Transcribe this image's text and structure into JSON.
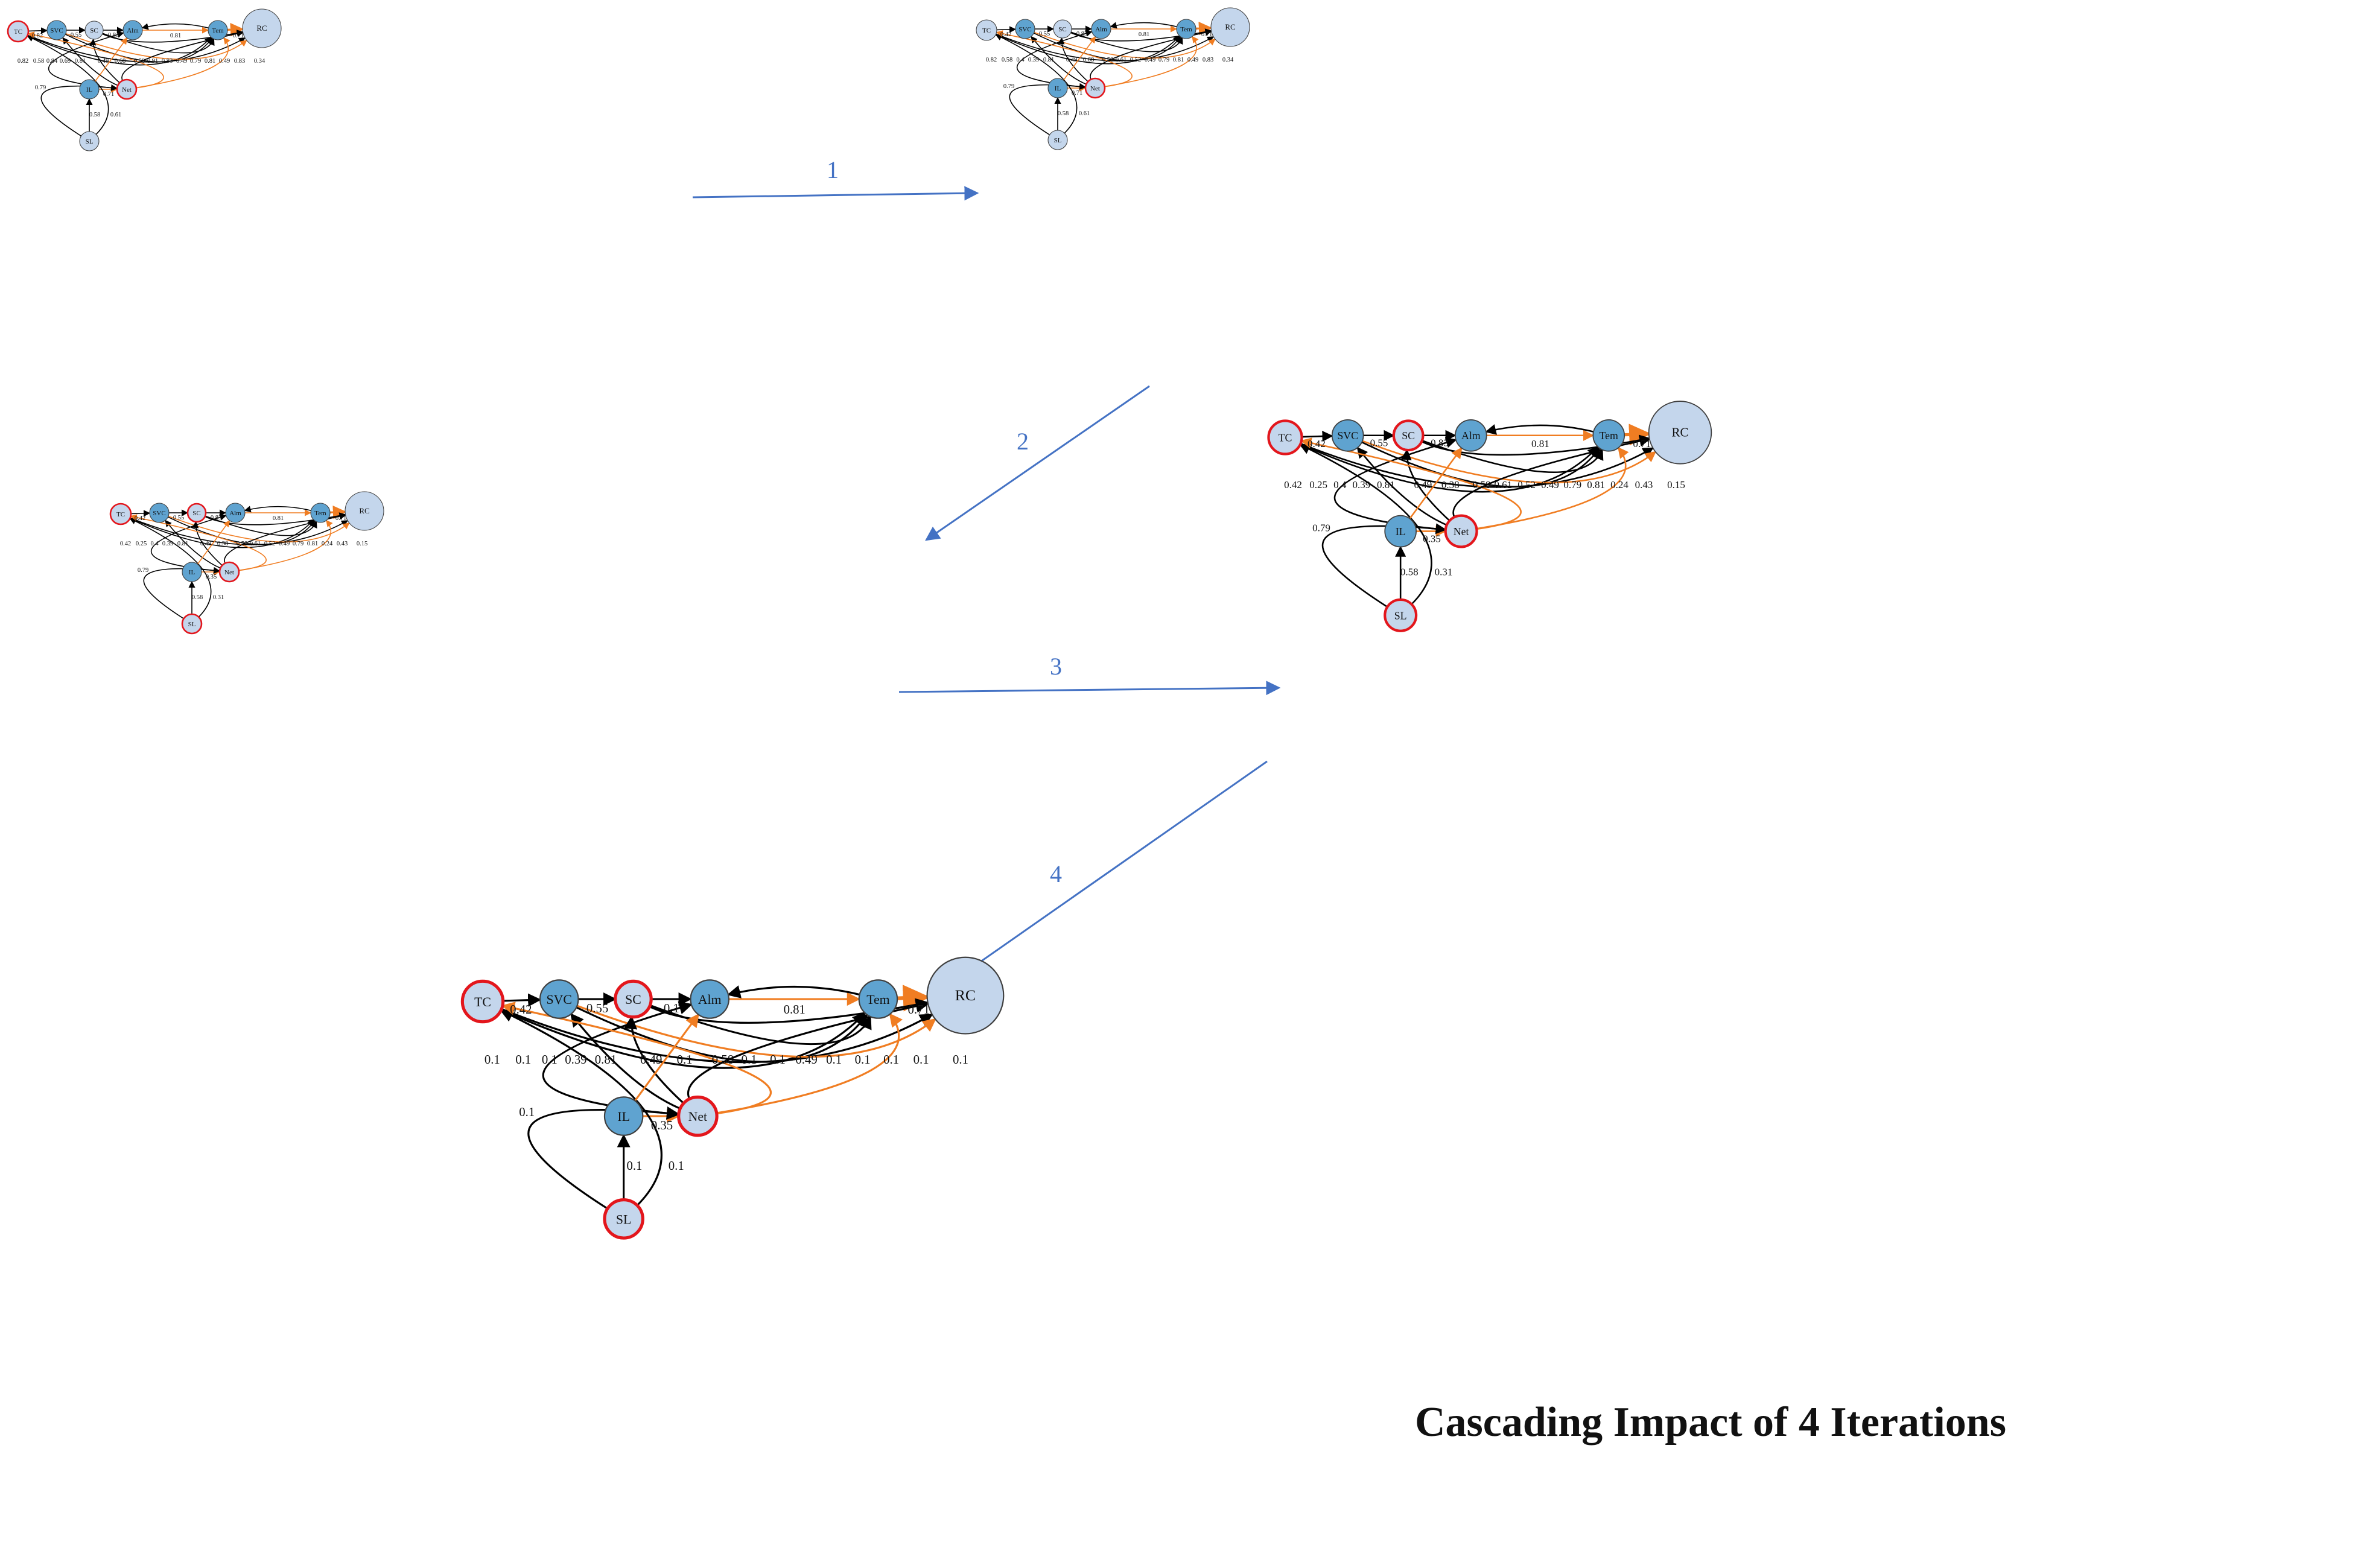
{
  "caption": "Cascading Impact of 4 Iterations",
  "colors": {
    "node_dark": "#5fa3d0",
    "node_light": "#c4d6ec",
    "node_stroke": "#404040",
    "highlight": "#e3161c",
    "edge": "#000000",
    "edge_orange": "#f07d22",
    "transition_arrow": "#4472c4"
  },
  "transitions": [
    "1",
    "2",
    "3",
    "4"
  ],
  "nodes": [
    {
      "id": "TC",
      "label": "TC",
      "fill": "light"
    },
    {
      "id": "SVC",
      "label": "SVC",
      "fill": "dark"
    },
    {
      "id": "SC",
      "label": "SC",
      "fill": "light"
    },
    {
      "id": "Alm",
      "label": "Alm",
      "fill": "dark"
    },
    {
      "id": "Tem",
      "label": "Tem",
      "fill": "dark"
    },
    {
      "id": "RC",
      "label": "RC",
      "fill": "light"
    },
    {
      "id": "IL",
      "label": "IL",
      "fill": "dark"
    },
    {
      "id": "Net",
      "label": "Net",
      "fill": "light"
    },
    {
      "id": "SL",
      "label": "SL",
      "fill": "light"
    }
  ],
  "edges": [
    {
      "from": "TC",
      "to": "SVC",
      "color": "black"
    },
    {
      "from": "SVC",
      "to": "SC",
      "color": "black"
    },
    {
      "from": "SC",
      "to": "Alm",
      "color": "black"
    },
    {
      "from": "Alm",
      "to": "Tem",
      "color": "orange"
    },
    {
      "from": "Tem",
      "to": "RC",
      "color": "orange",
      "dashed": true
    },
    {
      "from": "Tem",
      "to": "Alm",
      "color": "black"
    },
    {
      "from": "IL",
      "to": "Net",
      "color": "orange"
    },
    {
      "from": "SL",
      "to": "IL",
      "color": "black"
    },
    {
      "from": "SL",
      "to": "Net",
      "color": "black"
    },
    {
      "from": "SL",
      "to": "TC",
      "color": "black"
    },
    {
      "from": "TC",
      "to": "Tem",
      "color": "black"
    },
    {
      "from": "TC",
      "to": "RC",
      "color": "black"
    },
    {
      "from": "SVC",
      "to": "Tem",
      "color": "black"
    },
    {
      "from": "SVC",
      "to": "RC",
      "color": "orange"
    },
    {
      "from": "SC",
      "to": "Tem",
      "color": "black"
    },
    {
      "from": "SC",
      "to": "RC",
      "color": "black"
    },
    {
      "from": "Net",
      "to": "SC",
      "color": "black"
    },
    {
      "from": "Net",
      "to": "SVC",
      "color": "black"
    },
    {
      "from": "Net",
      "to": "Alm",
      "color": "black"
    },
    {
      "from": "Net",
      "to": "TC",
      "color": "orange"
    },
    {
      "from": "Net",
      "to": "Tem",
      "color": "orange"
    },
    {
      "from": "Net",
      "to": "RC",
      "color": "black"
    },
    {
      "from": "IL",
      "to": "Alm",
      "color": "orange"
    }
  ],
  "panels": [
    {
      "name": "iteration-0",
      "highlighted": [
        "TC",
        "Net"
      ],
      "edge_labels": [
        "0.82",
        "0.55",
        "0.83",
        "0.81",
        "0.71",
        "0.71",
        "0.58",
        "0.61",
        "0.79",
        "0.82",
        "0.58",
        "0.84",
        "0.69",
        "0.81",
        "0.49",
        "0.68",
        "0.58",
        "0.91",
        "0.83",
        "0.49",
        "0.79",
        "0.81",
        "0.49",
        "0.83",
        "0.34"
      ]
    },
    {
      "name": "iteration-1",
      "highlighted": [
        "Net"
      ],
      "edge_labels": [
        "0.42",
        "0.55",
        "0.83",
        "0.81",
        "0.71",
        "0.71",
        "0.58",
        "0.61",
        "0.79",
        "0.82",
        "0.58",
        "0.4",
        "0.39",
        "0.81",
        "0.49",
        "0.68",
        "0.58",
        "0.61",
        "0.52",
        "0.49",
        "0.79",
        "0.81",
        "0.49",
        "0.83",
        "0.34"
      ]
    },
    {
      "name": "iteration-2",
      "highlighted": [
        "TC",
        "SC",
        "Net",
        "SL"
      ],
      "edge_labels": [
        "0.42",
        "0.55",
        "0.83",
        "0.81",
        "0.71",
        "0.35",
        "0.58",
        "0.31",
        "0.79",
        "0.42",
        "0.25",
        "0.4",
        "0.39",
        "0.81",
        "0.49",
        "0.38",
        "0.58",
        "0.61",
        "0.52",
        "0.49",
        "0.79",
        "0.81",
        "0.24",
        "0.43",
        "0.15"
      ]
    },
    {
      "name": "iteration-3",
      "highlighted": [
        "TC",
        "SC",
        "Net",
        "SL"
      ],
      "edge_labels": [
        "0.42",
        "0.55",
        "0.83",
        "0.81",
        "0.71",
        "0.35",
        "0.58",
        "0.31",
        "0.79",
        "0.42",
        "0.25",
        "0.4",
        "0.39",
        "0.81",
        "0.49",
        "0.38",
        "0.58",
        "0.61",
        "0.52",
        "0.49",
        "0.79",
        "0.81",
        "0.24",
        "0.43",
        "0.15"
      ]
    },
    {
      "name": "iteration-4",
      "highlighted": [
        "TC",
        "SC",
        "Net",
        "SL"
      ],
      "edge_labels": [
        "0.42",
        "0.55",
        "0.1",
        "0.81",
        "0.71",
        "0.35",
        "0.1",
        "0.1",
        "0.1",
        "0.1",
        "0.1",
        "0.1",
        "0.39",
        "0.81",
        "0.49",
        "0.1",
        "0.58",
        "0.1",
        "0.1",
        "0.49",
        "0.1",
        "0.1",
        "0.1",
        "0.1",
        "0.1"
      ]
    }
  ]
}
